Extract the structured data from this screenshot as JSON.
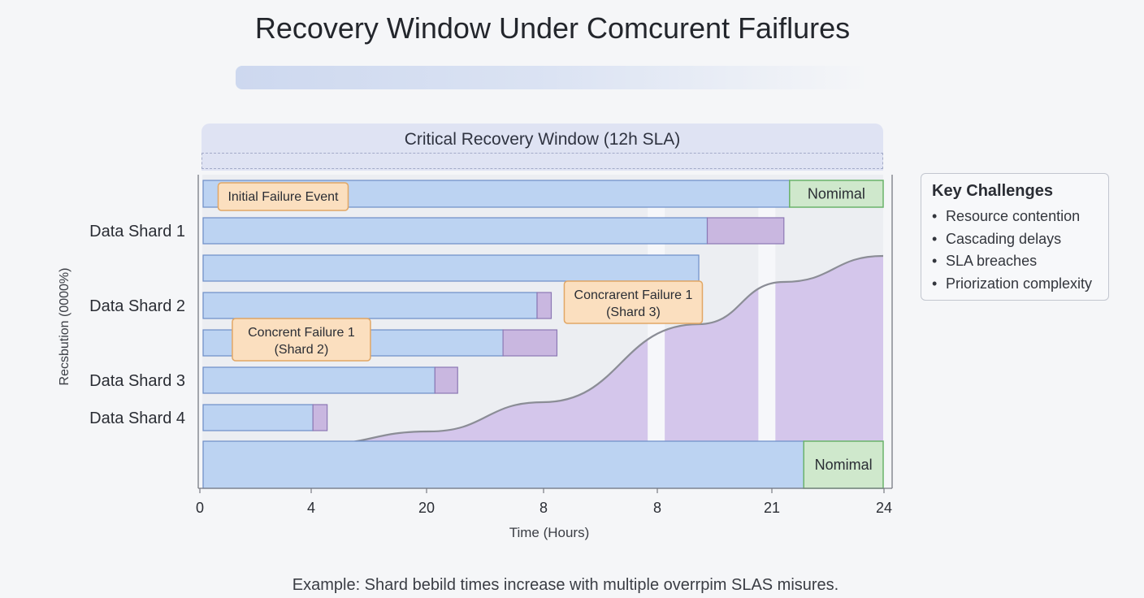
{
  "title": "Recovery Window Under Comcurent Faiflures",
  "critical_window_label": "Critical Recovery Window (12h SLA)",
  "footer": "Example: Shard bebild times increase with multiple overrpim SLAS misures.",
  "legend": {
    "title": "Key Challenges",
    "items": [
      "Resource contention",
      "Cascading delays",
      "SLA breaches",
      "Priorization complexity"
    ]
  },
  "colors": {
    "bar": "#bcd3f2",
    "bar_stroke": "#6d8ec7",
    "delay": "#c9b7e0",
    "delay_stroke": "#8c78b4",
    "area": "#d3c3ea",
    "nominal": "#cfe8cc",
    "nominal_stroke": "#6ab36a",
    "annotation": "#fbdfbf",
    "annotation_stroke": "#e2a765"
  },
  "chart_data": {
    "type": "bar",
    "orientation": "horizontal",
    "xlabel": "Time (Hours)",
    "ylabel": "Recsbution (0000%)",
    "x_ticks": [
      "0",
      "4",
      "20",
      "8",
      "8",
      "21",
      "24"
    ],
    "xlim": [
      0,
      24
    ],
    "categories": [
      "Data Shard 1",
      "Data Shard 2",
      "Data Shard 3",
      "Data Shard 4"
    ],
    "rows": [
      {
        "label": "",
        "recovery_end": 20.7,
        "delay_end": null,
        "nominal_end": 24
      },
      {
        "label": "Data Shard 1",
        "recovery_end": 17.8,
        "delay_end": 20.5,
        "nominal_end": null
      },
      {
        "label": "",
        "recovery_end": 17.5,
        "delay_end": null,
        "nominal_end": null
      },
      {
        "label": "Data Shard 2",
        "recovery_end": 11.8,
        "delay_end": 12.3,
        "nominal_end": null
      },
      {
        "label": "",
        "recovery_end": 10.6,
        "delay_end": 12.5,
        "nominal_end": null
      },
      {
        "label": "Data Shard 3",
        "recovery_end": 8.2,
        "delay_end": 9.0,
        "nominal_end": null
      },
      {
        "label": "Data Shard 4",
        "recovery_end": 3.9,
        "delay_end": 4.4,
        "nominal_end": null
      },
      {
        "label": "",
        "recovery_end": 21.2,
        "delay_end": null,
        "nominal_end": 24
      }
    ],
    "nominal_label": "Nomimal",
    "cumulative_curve": [
      [
        4,
        1
      ],
      [
        8,
        5
      ],
      [
        12,
        14
      ],
      [
        17.5,
        38
      ],
      [
        20.5,
        51
      ],
      [
        24,
        59
      ]
    ],
    "annotations": [
      {
        "text": [
          "Initial Failure Event"
        ],
        "x": 0.3,
        "row": 0
      },
      {
        "text": [
          "Concrent Failure 1",
          "(Shard 2)"
        ],
        "x": 0.8,
        "row": 4
      },
      {
        "text": [
          "Concrarent Failure 1",
          "(Shard 3)"
        ],
        "x": 12.5,
        "row": 3
      }
    ]
  }
}
